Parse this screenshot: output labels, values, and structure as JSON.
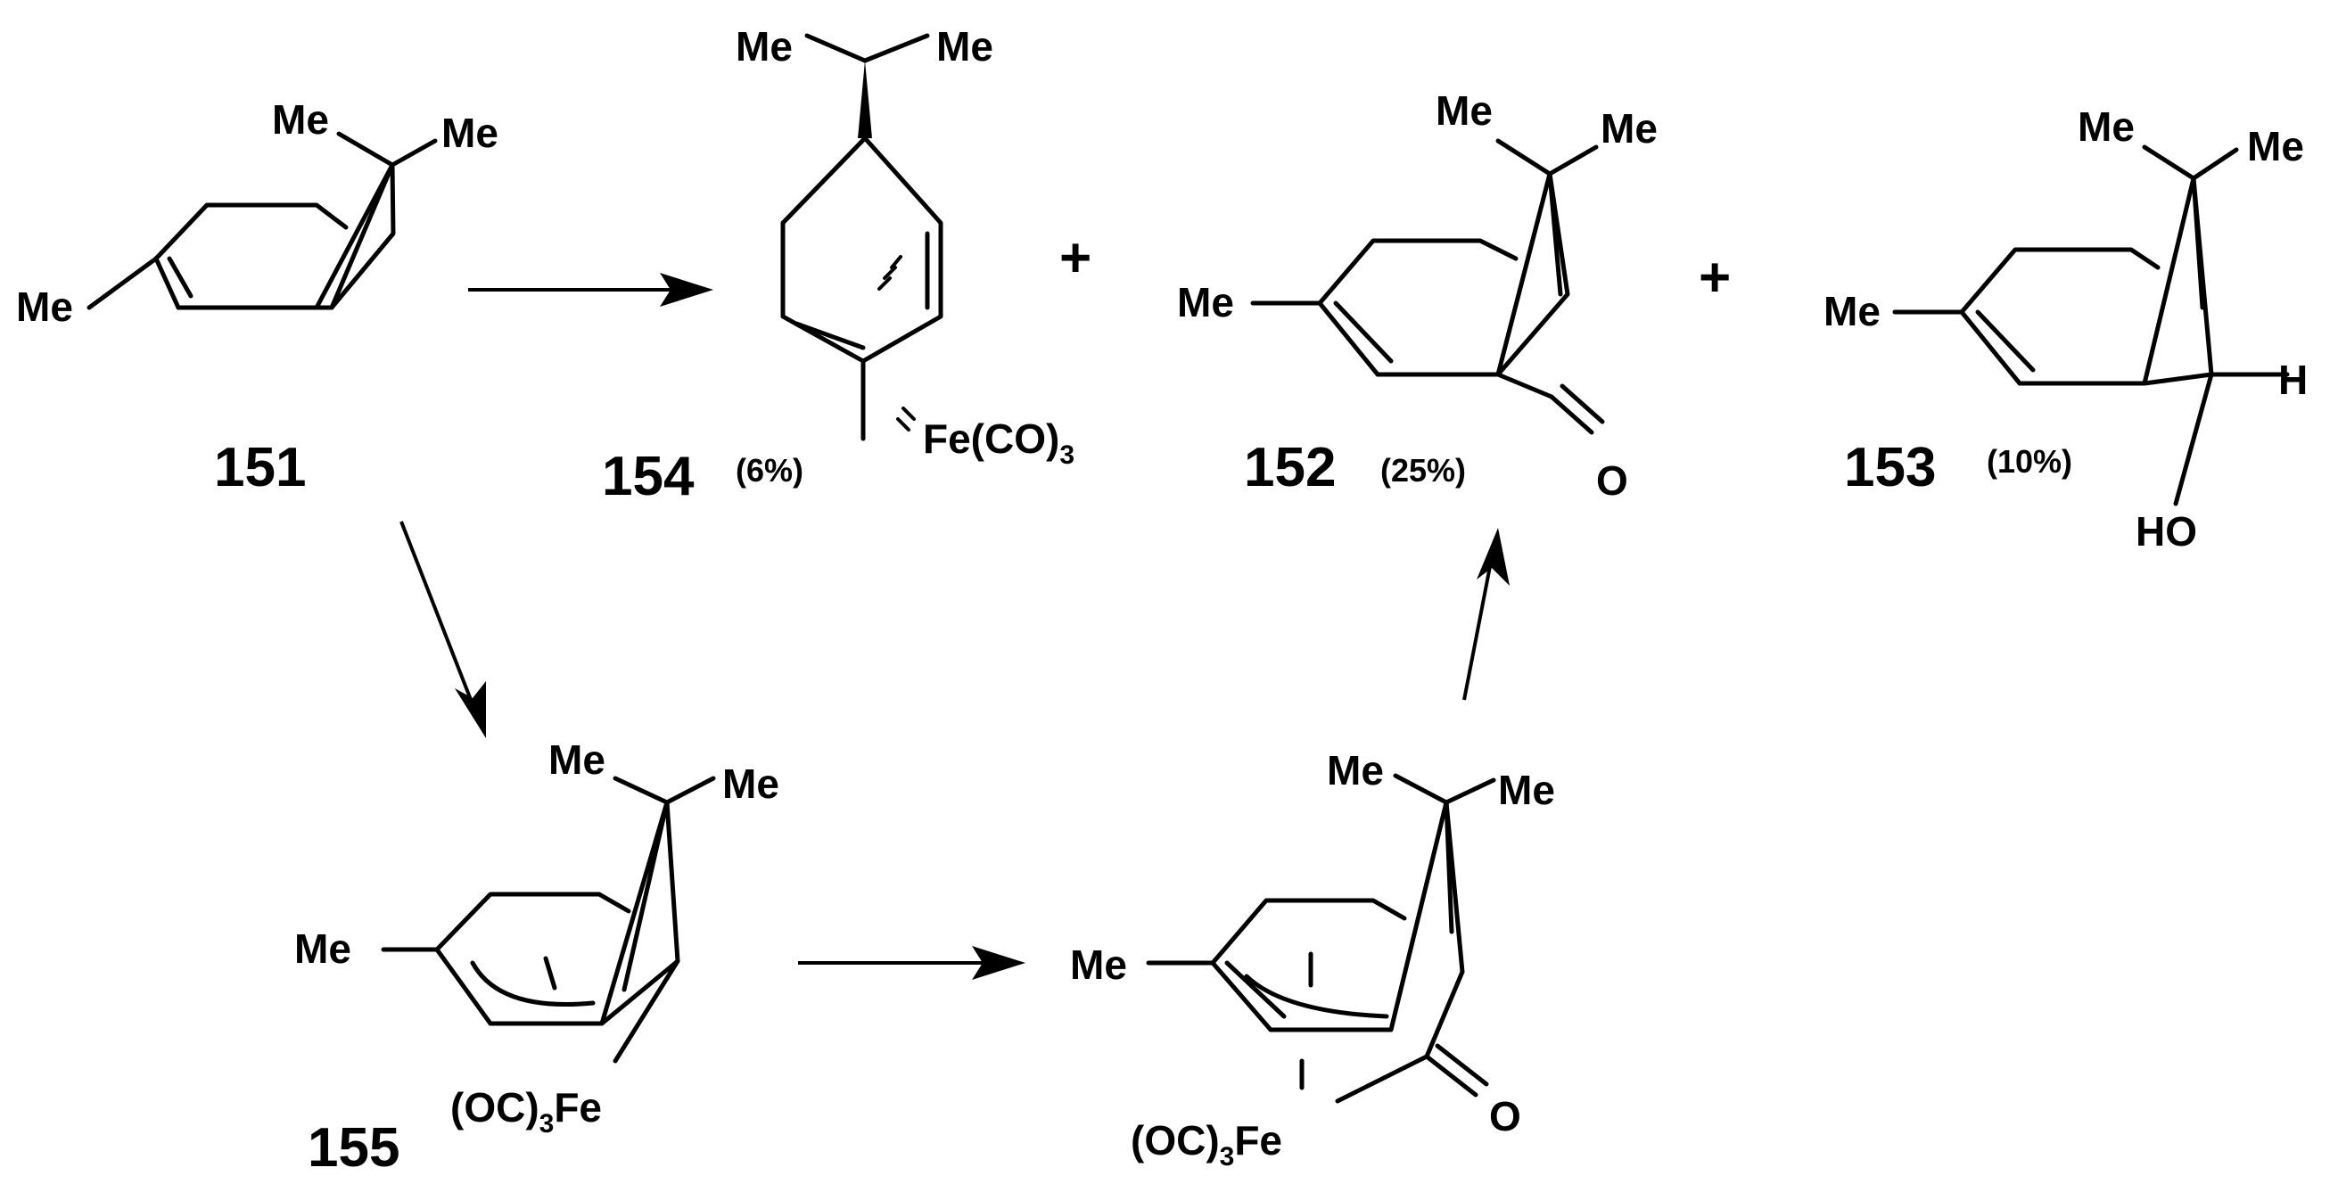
{
  "compounds": {
    "c151": {
      "number": "151",
      "labels": {
        "me_left": "Me",
        "me_top1": "Me",
        "me_top2": "Me"
      }
    },
    "c154": {
      "number": "154",
      "yield": "(6%)",
      "labels": {
        "me1": "Me",
        "me2": "Me",
        "fe": "Fe(CO)",
        "fe_sub": "3"
      }
    },
    "c152": {
      "number": "152",
      "yield": "(25%)",
      "labels": {
        "me_left": "Me",
        "me_top1": "Me",
        "me_top2": "Me",
        "o": "O"
      }
    },
    "c153": {
      "number": "153",
      "yield": "(10%)",
      "labels": {
        "me_left": "Me",
        "me_top1": "Me",
        "me_top2": "Me",
        "h": "H",
        "ho": "HO"
      }
    },
    "c155": {
      "number": "155",
      "labels": {
        "me_left": "Me",
        "me_top1": "Me",
        "me_top2": "Me",
        "fe_pre": "(OC)",
        "fe_sub": "3",
        "fe": "Fe"
      }
    },
    "intermediate": {
      "labels": {
        "me_left": "Me",
        "me_top1": "Me",
        "me_top2": "Me",
        "fe_pre": "(OC)",
        "fe_sub": "3",
        "fe": "Fe",
        "o": "O"
      }
    }
  },
  "operators": {
    "plus1": "+",
    "plus2": "+"
  }
}
